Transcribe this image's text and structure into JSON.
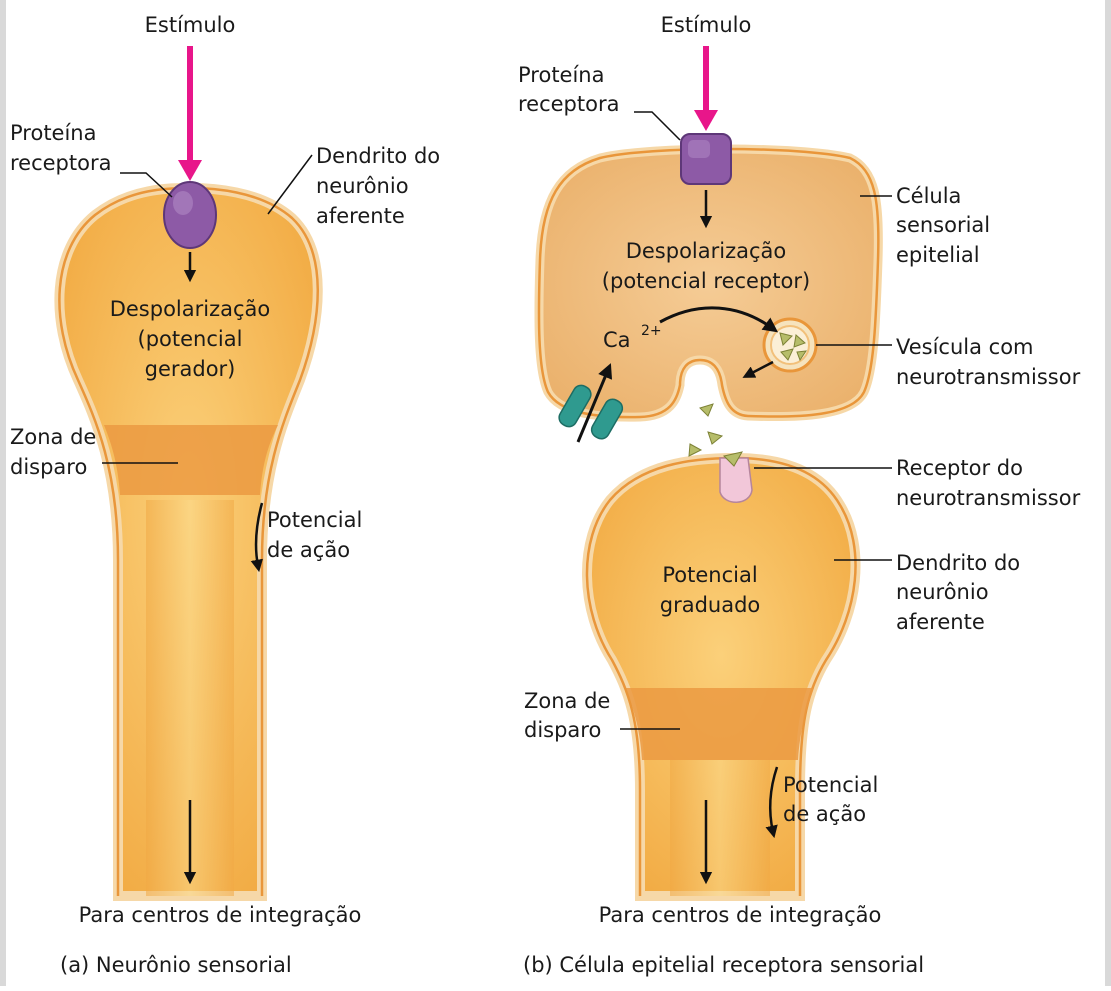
{
  "panel_a": {
    "stimulus": "Estímulo",
    "receptor_protein": [
      "Proteína",
      "receptora"
    ],
    "dendrite": [
      "Dendrito do",
      "neurônio",
      "aferente"
    ],
    "depolarization": [
      "Despolarização",
      "(potencial",
      "gerador)"
    ],
    "trigger_zone": [
      "Zona de",
      "disparo"
    ],
    "action_potential": [
      "Potencial",
      "de ação"
    ],
    "to_centers": "Para centros de integração",
    "caption": "(a) Neurônio sensorial"
  },
  "panel_b": {
    "stimulus": "Estímulo",
    "receptor_protein": [
      "Proteína",
      "receptora"
    ],
    "sensory_cell": [
      "Célula",
      "sensorial",
      "epitelial"
    ],
    "depolarization": [
      "Despolarização",
      "(potencial receptor)"
    ],
    "calcium": "Ca",
    "calcium_sup": "2+",
    "vesicle": [
      "Vesícula com",
      "neurotransmissor"
    ],
    "nt_receptor": [
      "Receptor do",
      "neurotransmissor"
    ],
    "dendrite": [
      "Dendrito do",
      "neurônio",
      "aferente"
    ],
    "graded": [
      "Potencial",
      "graduado"
    ],
    "trigger_zone": [
      "Zona de",
      "disparo"
    ],
    "action_potential": [
      "Potencial",
      "de ação"
    ],
    "to_centers": "Para centros de integração",
    "caption": "(b) Célula epitelial receptora sensorial"
  },
  "colors": {
    "stimulus_arrow": "#e8168a",
    "membrane": "#eea53a",
    "cell_fill": "#f7b955",
    "epithelial_fill": "#efb46e",
    "trigger_zone": "#eb9a42",
    "receptor": "#8d5aa6",
    "channel": "#2f9a8f",
    "nt_receptor": "#f2c7d9",
    "neurotransmitter": "#b6bd6a"
  }
}
